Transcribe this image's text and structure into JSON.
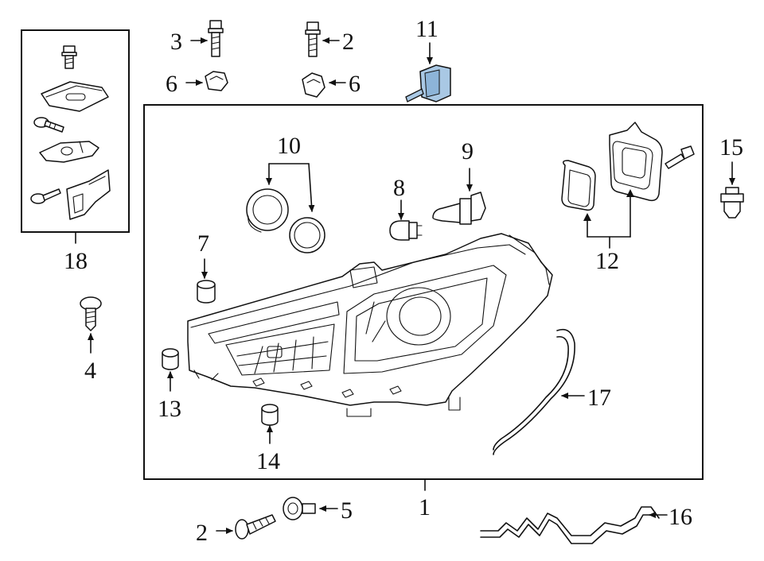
{
  "callouts": [
    "1",
    "2",
    "2",
    "3",
    "4",
    "5",
    "6",
    "6",
    "7",
    "8",
    "9",
    "10",
    "11",
    "12",
    "13",
    "14",
    "15",
    "16",
    "17",
    "18"
  ],
  "colors": {
    "highlight": "#a9c8e4",
    "line": "#111111",
    "background": "#ffffff"
  }
}
